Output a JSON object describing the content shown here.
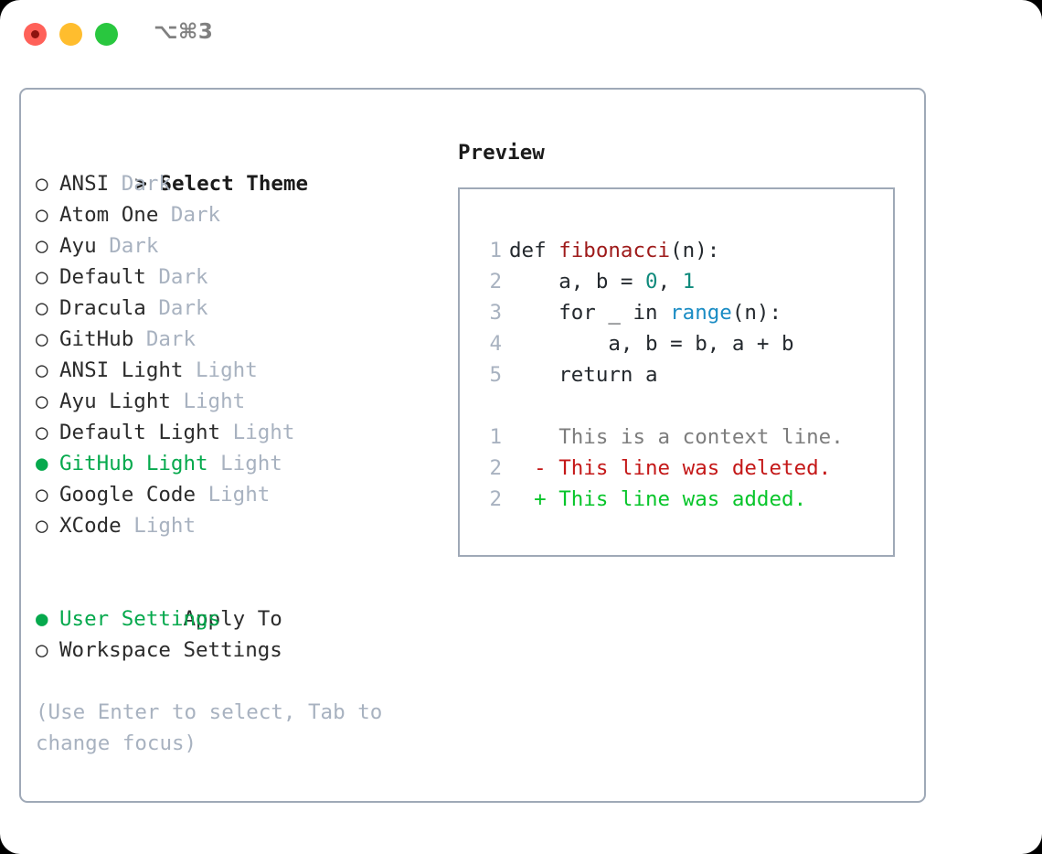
{
  "titlebar": {
    "shortcut": "⌥⌘3",
    "lights": [
      {
        "name": "close",
        "color": "#ff6159"
      },
      {
        "name": "minimize",
        "color": "#ffbd2e"
      },
      {
        "name": "zoom",
        "color": "#29c73f"
      }
    ]
  },
  "theme_picker": {
    "heading_prefix": "> ",
    "heading": "Select Theme",
    "marker_unselected": "○",
    "marker_selected": "●",
    "items": [
      {
        "marker": "○",
        "name": "ANSI",
        "tag": "Dark",
        "selected": false
      },
      {
        "marker": "○",
        "name": "Atom One",
        "tag": "Dark",
        "selected": false
      },
      {
        "marker": "○",
        "name": "Ayu",
        "tag": "Dark",
        "selected": false
      },
      {
        "marker": "○",
        "name": "Default",
        "tag": "Dark",
        "selected": false
      },
      {
        "marker": "○",
        "name": "Dracula",
        "tag": "Dark",
        "selected": false
      },
      {
        "marker": "○",
        "name": "GitHub",
        "tag": "Dark",
        "selected": false
      },
      {
        "marker": "○",
        "name": "ANSI Light",
        "tag": "Light",
        "selected": false
      },
      {
        "marker": "○",
        "name": "Ayu Light",
        "tag": "Light",
        "selected": false
      },
      {
        "marker": "○",
        "name": "Default Light",
        "tag": "Light",
        "selected": false
      },
      {
        "marker": "●",
        "name": "GitHub Light",
        "tag": "Light",
        "selected": true
      },
      {
        "marker": "○",
        "name": "Google Code",
        "tag": "Light",
        "selected": false
      },
      {
        "marker": "○",
        "name": "XCode",
        "tag": "Light",
        "selected": false
      }
    ]
  },
  "apply_to": {
    "heading": "Apply To",
    "items": [
      {
        "marker": "●",
        "label": "User Settings",
        "selected": true
      },
      {
        "marker": "○",
        "label": "Workspace Settings",
        "selected": false
      }
    ]
  },
  "hint": "(Use Enter to select, Tab to change focus)",
  "preview": {
    "title": "Preview",
    "code_lines": [
      {
        "no": "1",
        "indent": "",
        "tokens": [
          {
            "t": "def ",
            "k": "plain"
          },
          {
            "t": "fibonacci",
            "k": "fn"
          },
          {
            "t": "(n):",
            "k": "plain"
          }
        ]
      },
      {
        "no": "2",
        "indent": "    ",
        "tokens": [
          {
            "t": "a, b = ",
            "k": "plain"
          },
          {
            "t": "0",
            "k": "num"
          },
          {
            "t": ", ",
            "k": "plain"
          },
          {
            "t": "1",
            "k": "num"
          }
        ]
      },
      {
        "no": "3",
        "indent": "    ",
        "tokens": [
          {
            "t": "for _ in ",
            "k": "plain"
          },
          {
            "t": "range",
            "k": "builtin"
          },
          {
            "t": "(n):",
            "k": "plain"
          }
        ]
      },
      {
        "no": "4",
        "indent": "        ",
        "tokens": [
          {
            "t": "a, b = b, a + b",
            "k": "plain"
          }
        ]
      },
      {
        "no": "5",
        "indent": "    ",
        "tokens": [
          {
            "t": "return a",
            "k": "plain"
          }
        ]
      }
    ],
    "diff_lines": [
      {
        "no": "1",
        "sign": "  ",
        "text": "This is a context line.",
        "kind": "context"
      },
      {
        "no": "2",
        "sign": "- ",
        "text": "This line was deleted.",
        "kind": "deleted"
      },
      {
        "no": "2",
        "sign": "+ ",
        "text": "This line was added.",
        "kind": "added"
      }
    ]
  },
  "colors": {
    "accent_green": "#06a94d",
    "diff_added": "#07c52a",
    "diff_deleted": "#c41818",
    "border": "#9fa9b7",
    "muted": "#a8b2c0",
    "fn_red": "#9e1a1a",
    "num_teal": "#0f8a7c",
    "builtin_blue": "#1a8cc4"
  }
}
